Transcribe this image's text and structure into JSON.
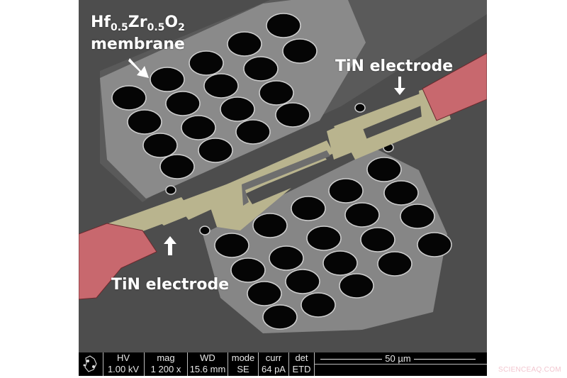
{
  "image": {
    "description": "False-colored SEM micrograph of a perforated Hf0.5Zr0.5O2 membrane with TiN electrodes",
    "colors": {
      "background": "#4d4d4d",
      "membrane": "#8a8a8a",
      "holes": "#050505",
      "tin_electrode": "#b9b48e",
      "contact_pads": "#c8686e"
    }
  },
  "annotations": {
    "membrane_label": {
      "formula_parts": [
        "Hf",
        "0.5",
        "Zr",
        "0.5",
        "O",
        "2"
      ],
      "line2": "membrane"
    },
    "electrode_label_top": "TiN electrode",
    "electrode_label_bottom": "TiN electrode"
  },
  "databar": {
    "fields": [
      {
        "key": "HV",
        "value": "1.00 kV"
      },
      {
        "key": "mag",
        "value": "1 200 x"
      },
      {
        "key": "WD",
        "value": "15.6 mm"
      },
      {
        "key": "mode",
        "value": "SE"
      },
      {
        "key": "curr",
        "value": "64 pA"
      },
      {
        "key": "det",
        "value": "ETD"
      }
    ],
    "scale_bar": "50 µm"
  },
  "watermark": "SCIENCEAQ.COM"
}
